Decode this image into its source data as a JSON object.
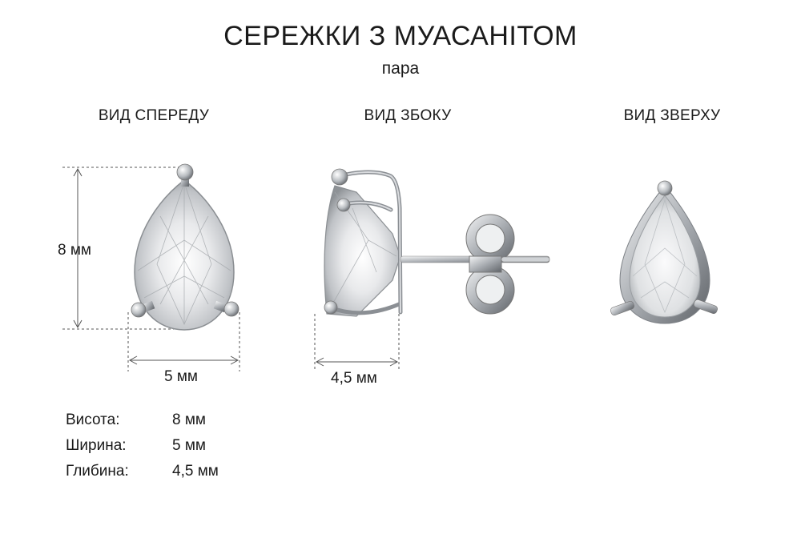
{
  "title": "СЕРЕЖКИ З МУАСАНІТОМ",
  "subtitle": "пара",
  "views": {
    "front": "ВИД СПЕРЕДУ",
    "side": "ВИД ЗБОКУ",
    "top": "ВИД ЗВЕРХУ"
  },
  "dimensions": {
    "height": "8 мм",
    "width": "5 мм",
    "depth": "4,5 мм"
  },
  "specs": [
    {
      "label": "Висота:",
      "value": "8 мм"
    },
    {
      "label": "Ширина:",
      "value": "5 мм"
    },
    {
      "label": "Глибина:",
      "value": "4,5 мм"
    }
  ],
  "colors": {
    "text": "#1a1a1a",
    "metal": "#c8ccd0",
    "dim_line": "#555555"
  }
}
